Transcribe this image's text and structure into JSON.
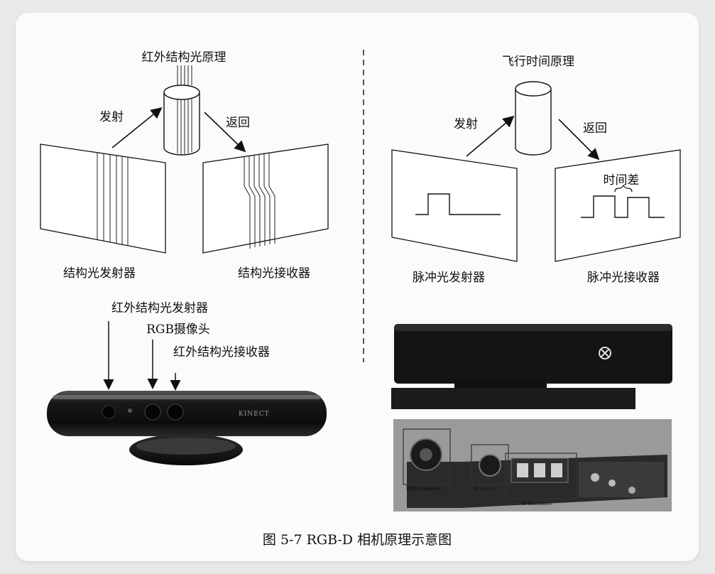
{
  "left": {
    "title": "红外结构光原理",
    "emit": "发射",
    "return": "返回",
    "emitter_label": "结构光发射器",
    "receiver_label": "结构光接收器"
  },
  "right": {
    "title": "飞行时间原理",
    "emit": "发射",
    "return": "返回",
    "time_diff": "时间差",
    "emitter_label": "脉冲光发射器",
    "receiver_label": "脉冲光接收器"
  },
  "kinect": {
    "ir_emitter": "红外结构光发射器",
    "rgb_camera": "RGB摄像头",
    "ir_receiver": "红外结构光接收器",
    "brand": "KINECT"
  },
  "kinect2": {
    "rgb_camera": "RGB camera",
    "ir_sensor": "IR sensor",
    "ir_illuminator": "IR illuminator"
  },
  "caption": "图 5-7   RGB-D 相机原理示意图",
  "colors": {
    "ink": "#111111",
    "device_body": "#1b1b1b",
    "photo_bg": "#9a9a9a"
  }
}
